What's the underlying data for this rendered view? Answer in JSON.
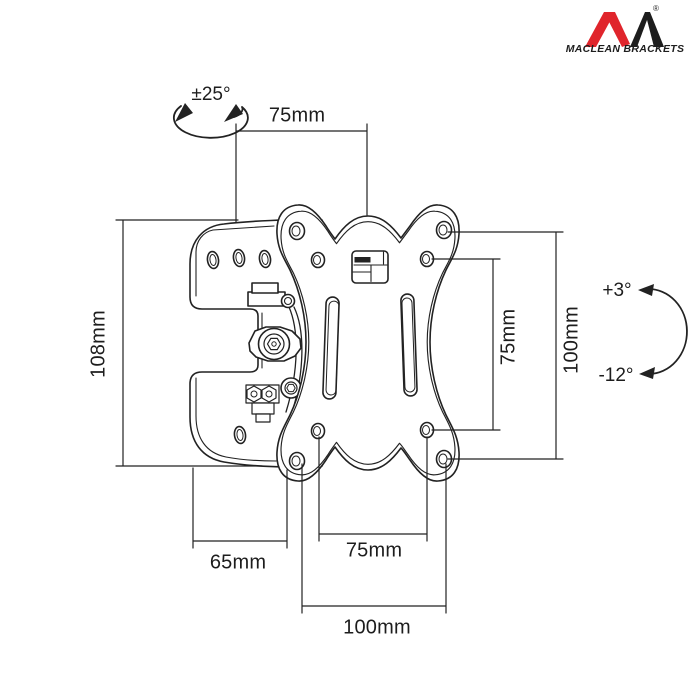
{
  "page": {
    "background": "#ffffff",
    "line_color": "#222222"
  },
  "brand": {
    "logo_text": "MACLEAN BRACKETS",
    "registered_mark": "®",
    "red": "#e0252c",
    "black": "#1d1d1d"
  },
  "annotations": {
    "swivel_range": "±25°",
    "tilt_up": "+3°",
    "tilt_down": "-12°"
  },
  "dimensions": {
    "top_width": "75mm",
    "left_height": "108mm",
    "right_outer_height": "100mm",
    "right_inner_height": "75mm",
    "bottom_depth": "65mm",
    "bottom_inner_width": "75mm",
    "bottom_outer_width": "100mm"
  }
}
